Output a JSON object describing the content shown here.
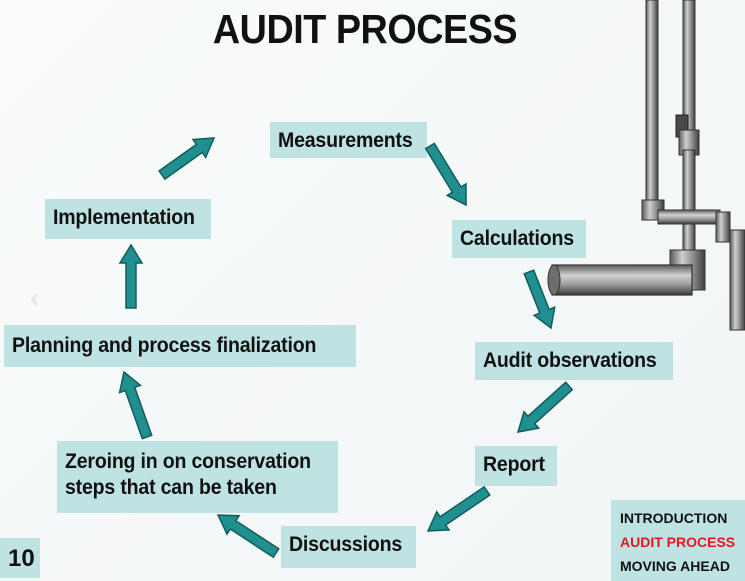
{
  "slide": {
    "title": "AUDIT PROCESS",
    "page_number": "10"
  },
  "steps": [
    {
      "id": "measurements",
      "label": "Measurements"
    },
    {
      "id": "calculations",
      "label": "Calculations"
    },
    {
      "id": "audit-observations",
      "label": "Audit observations"
    },
    {
      "id": "report",
      "label": "Report"
    },
    {
      "id": "discussions",
      "label": "Discussions"
    },
    {
      "id": "zeroing-line1",
      "label": "Zeroing in on conservation"
    },
    {
      "id": "zeroing-line2",
      "label": "steps that can be taken"
    },
    {
      "id": "planning",
      "label": "Planning and process finalization"
    },
    {
      "id": "implementation",
      "label": "Implementation"
    }
  ],
  "nav": {
    "items": [
      "INTRODUCTION",
      "AUDIT PROCESS",
      "MOVING AHEAD"
    ],
    "active_index": 1,
    "active_color": "#e8161c"
  },
  "colors": {
    "box_fill": "#bfe3e3",
    "arrow_fill": "#1f8f8f",
    "arrow_stroke": "#115c5c"
  }
}
